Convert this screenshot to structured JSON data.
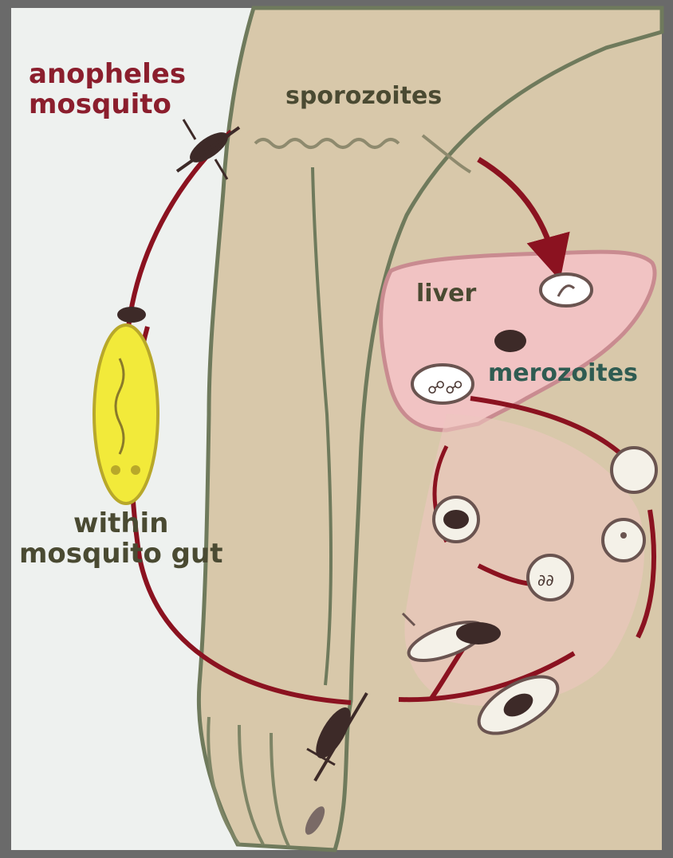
{
  "labels": {
    "vector_line1": "anopheles",
    "vector_line2": "mosquito",
    "sporozoites": "sporozoites",
    "liver": "liver",
    "merozoites": "merozoites",
    "gut_line1": "within",
    "gut_line2": "mosquito gut"
  },
  "colors": {
    "background_left": "#eef1ef",
    "body_skin": "#d8c8aa",
    "body_outline": "#6f7a5c",
    "liver_fill": "#f1c3c3",
    "liver_outline": "#c98b90",
    "cycle_arrow": "#8b1220",
    "gut_yellow": "#f2ea3a",
    "label_maroon": "#8b1e2d",
    "label_olive": "#4a4a32",
    "label_teal": "#2f5c52"
  },
  "icons": [
    "mosquito-icon",
    "sporozoite-icon",
    "infected-cell-icon",
    "red-blood-cell-icon",
    "gametocyte-icon"
  ]
}
